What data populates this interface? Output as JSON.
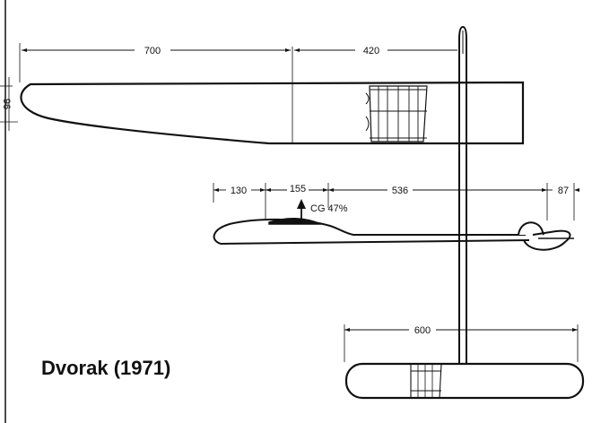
{
  "title": "Dvorak (1971)",
  "dimensions": {
    "wing_span_outer": "700",
    "wing_span_center": "420",
    "wing_chord": "96",
    "side_nose": "130",
    "side_cg_span": "155",
    "side_tail_arm": "536",
    "side_tail": "87",
    "stab_span": "600"
  },
  "cg_label": "CG 47%",
  "colors": {
    "ink": "#111111",
    "background": "#ffffff"
  }
}
